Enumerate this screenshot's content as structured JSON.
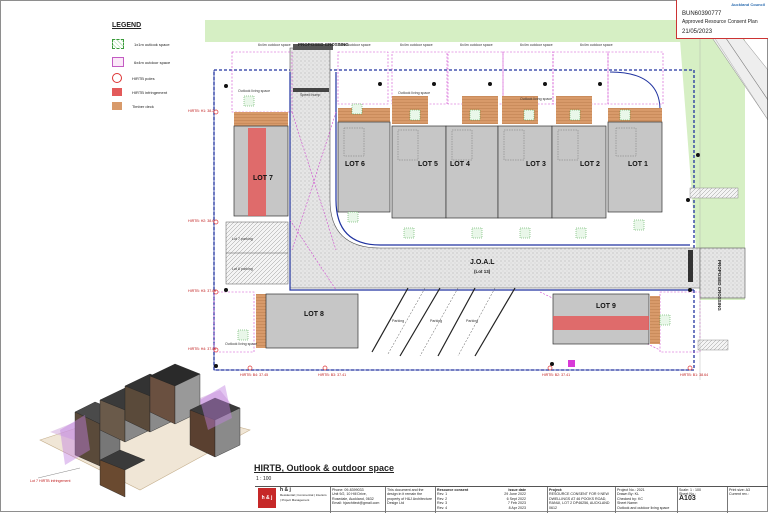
{
  "legend": {
    "title": "LEGEND",
    "items": [
      {
        "label": "1x1m outlook space",
        "swatch": "outlook"
      },
      {
        "label": "6x4m outdoor space",
        "swatch": "outdoor"
      },
      {
        "label": "HIRTB poles",
        "swatch": "poles"
      },
      {
        "label": "HIRTB infringement",
        "swatch": "hirtb"
      },
      {
        "label": "Timber deck",
        "swatch": "timber"
      }
    ]
  },
  "approval": {
    "council": "Auckland Council",
    "reference": "BUN60390777",
    "status": "Approved Resource Consent Plan",
    "date": "21/05/2023"
  },
  "plan": {
    "crossing_top": "PROPOSED CROSSING",
    "crossing_right": "PROPOSED CROSSING",
    "joal_line1": "J.O.A.L",
    "joal_line2": "(Lot 13)",
    "speed_hump": "Speed hump",
    "parking": "Parking",
    "lot_parking": "Lot 7 parking",
    "lot_parking2": "Lot 8 parking",
    "outdoor_label": "6x4m outdoor space",
    "outlook_label": "Outlook living space",
    "lots": [
      "LOT 1",
      "LOT 2",
      "LOT 3",
      "LOT 4",
      "LOT 5",
      "LOT 6",
      "LOT 7",
      "LOT 8",
      "LOT 9"
    ],
    "hirtb_tags": [
      "HIRTB: H1: 38.2",
      "HIRTB: H2: 38.6",
      "HIRTB: H3: 37.89",
      "HIRTB: H4: 37.86",
      "HIRTB: B4: 37.45",
      "HIRTB: B3: 37.41",
      "HIRTB: B2: 37.41",
      "HIRTB: B1: 38.64"
    ],
    "iso_note": "Lot 7 HIRTB infringement"
  },
  "sheet": {
    "title": "HIRTB, Outlook & outdoor space",
    "scale": "1 : 100"
  },
  "titleblock": {
    "company": "h & j",
    "company_sub": "Residential | Commercial | Interiors | Project Management",
    "contact": "Phone: 09-8399033",
    "address": "Unit 9/2, 10 Hill Drive, Rosedale, Auckland, 0632",
    "email": "Email: hjarchitect@gmail.com",
    "copyright": "This document and the design in it remain the property of H&J Architecture Design Ltd",
    "revisions_header": "Resource consent",
    "issue_header": "Issue date",
    "revisions": [
      {
        "rev": "Rev. 1",
        "date": "29 June 2022"
      },
      {
        "rev": "Rev. 2",
        "date": "6 Sept 2022"
      },
      {
        "rev": "Rev. 3",
        "date": "7 Feb 2023"
      },
      {
        "rev": "Rev. 4",
        "date": "8 Apr 2023"
      }
    ],
    "project_label": "Project:",
    "project": "RESOURCE CONSENT FOR 9 NEW DWELLINGS AT 46 POOKS ROAD, RANUI, LOT 2 DP46256, AUCKLAND 0612",
    "project_no_label": "Project No.:",
    "project_no": "2021",
    "drawn_label": "Drawn By:",
    "drawn": "KL",
    "checked_label": "Checked by:",
    "checked": "KC",
    "scale_label": "Scale:",
    "scale": "1 : 100",
    "sheet_name_label": "Sheet Name:",
    "sheet_name": "Outlook and outdoor living space",
    "sheet_no_label": "Sheet No.:",
    "sheet_no": "A103",
    "print_label": "Print size:",
    "print": "A3",
    "current_rev_label": "Current rev.:",
    "current_rev": ""
  }
}
